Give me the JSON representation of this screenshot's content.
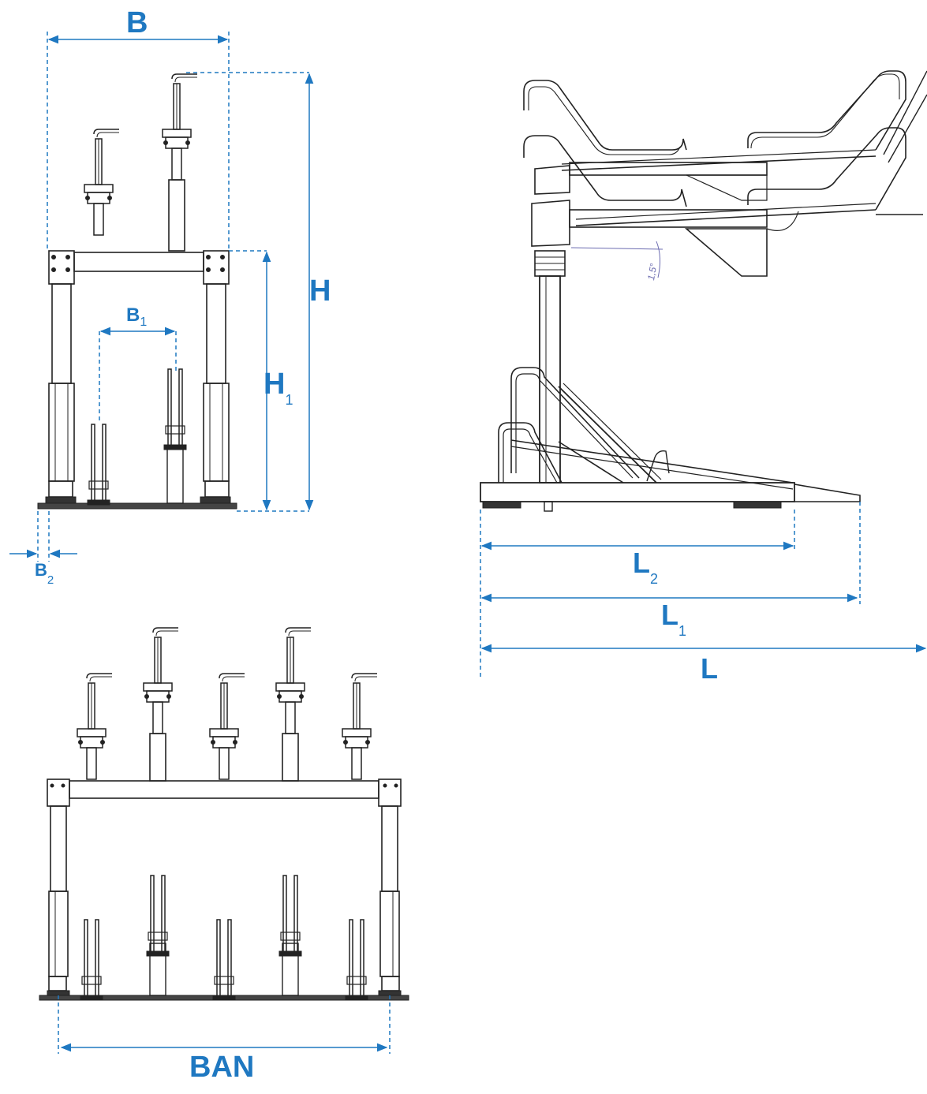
{
  "colors": {
    "dimension": "#1f78c1",
    "drawing": "#222222",
    "angle": "#6b6bb0",
    "background": "#ffffff"
  },
  "dimensions": {
    "B": {
      "main": "B",
      "sub": ""
    },
    "B1": {
      "main": "B",
      "sub": "1"
    },
    "B2": {
      "main": "B",
      "sub": "2"
    },
    "H": {
      "main": "H",
      "sub": ""
    },
    "H1": {
      "main": "H",
      "sub": "1"
    },
    "L": {
      "main": "L",
      "sub": ""
    },
    "L1": {
      "main": "L",
      "sub": "1"
    },
    "L2": {
      "main": "L",
      "sub": "2"
    },
    "BAN": {
      "main": "BAN",
      "sub": ""
    }
  },
  "angle_label": "1,5°"
}
